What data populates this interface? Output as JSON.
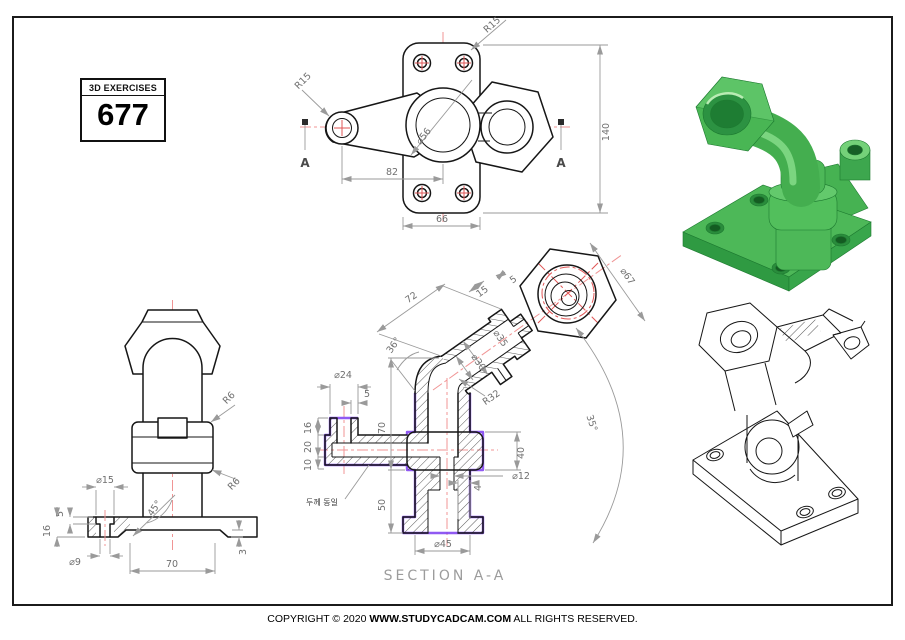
{
  "meta": {
    "exercise_header": "3D EXERCISES",
    "exercise_number": "677"
  },
  "copyright": {
    "prefix": "COPYRIGHT © 2020 ",
    "site": "WWW.STUDYCADCAM.COM",
    "suffix": " ALL RIGHTS RESERVED."
  },
  "colors": {
    "accent_green": "#4db858",
    "highlight_purple": "#7d3cf0",
    "centerline_red": "#f09595",
    "dim_gray": "#9a9a9a"
  },
  "top_view": {
    "section_label_left": "A",
    "section_label_right": "A",
    "dims": {
      "r15_arm": "R15",
      "r15_flange": "R15",
      "dia_boss": "⌀56",
      "arm_offset": "82",
      "flange_width": "66",
      "flange_height": "140"
    }
  },
  "front_view": {
    "dims": {
      "fillet_top": "R6",
      "fillet_bottom": "R6",
      "cbore_dia": "⌀15",
      "cbore_depth": "5",
      "flange_thk": "16",
      "chamfer_angle": "45°",
      "rim_thk": "3",
      "hole_dia": "⌀9",
      "hole_span": "70"
    }
  },
  "section_view": {
    "title": "SECTION A-A",
    "note": "두께 동일",
    "dims": {
      "head_len": "72",
      "collar_len": "15",
      "tip_len": "5",
      "head_angle": "36°",
      "head_od": "⌀35",
      "head_id": "⌀30",
      "bend_r": "R32",
      "sweep_angle": "35°",
      "port_od": "⌀24",
      "port_wall": "5",
      "port_h": "16",
      "arm_h": "20",
      "arm_wall": "10",
      "body_h": "70",
      "block_h": "40",
      "tube_wall": "4",
      "bore_dia": "⌀12",
      "base_h": "50",
      "tube_od": "⌀45",
      "hex_af": "⌀67"
    }
  }
}
